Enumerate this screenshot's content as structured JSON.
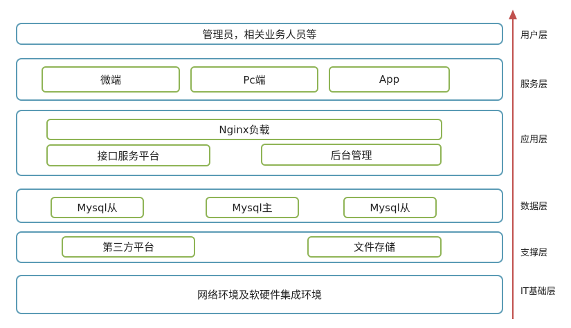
{
  "layers": {
    "user": {
      "label": "用户层",
      "text": "管理员，相关业务人员等"
    },
    "service": {
      "label": "服务层",
      "items": [
        "微端",
        "Pc端",
        "App"
      ]
    },
    "application": {
      "label": "应用层",
      "items": [
        "Nginx负载",
        "接口服务平台",
        "后台管理"
      ]
    },
    "data": {
      "label": "数据层",
      "items": [
        "Mysql从",
        "Mysql主",
        "Mysql从"
      ]
    },
    "support": {
      "label": "支撑层",
      "items": [
        "第三方平台",
        "文件存储"
      ]
    },
    "infrastructure": {
      "label": "IT基础层",
      "text": "网络环境及软硬件集成环境"
    }
  },
  "colors": {
    "layer_border": "#5b9bb5",
    "box_border": "#8fb456",
    "arrow": "#c0504d"
  }
}
